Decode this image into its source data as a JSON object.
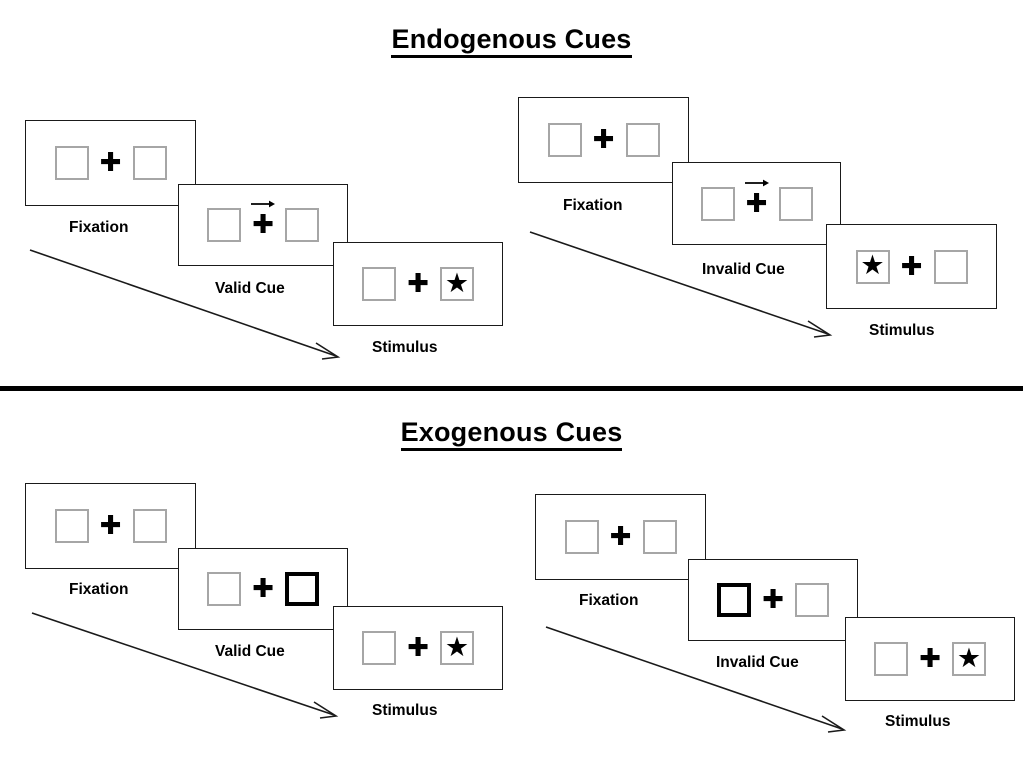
{
  "figure": {
    "title_top": "Endogenous Cues",
    "title_bottom": "Exogenous Cues",
    "colors": {
      "ink": "#000000",
      "frame_border": "#1a1a1a",
      "box_border": "#a6a6a6",
      "cued_box_border": "#000000",
      "background": "#ffffff"
    }
  },
  "sections": [
    {
      "id": "endogenous",
      "title": "Endogenous Cues",
      "cue_type": "arrow",
      "sequences": [
        {
          "id": "endogenous-valid",
          "validity": "Valid",
          "time_arrow_label": "time-progression-arrow",
          "panels": [
            {
              "caption": "Fixation",
              "left_box": "empty",
              "right_box": "empty",
              "center": "plus",
              "cue": "none"
            },
            {
              "caption": "Valid Cue",
              "left_box": "empty",
              "right_box": "empty",
              "center": "plus",
              "cue": "arrow-right"
            },
            {
              "caption": "Stimulus",
              "left_box": "empty",
              "right_box": "star",
              "center": "plus",
              "cue": "none"
            }
          ]
        },
        {
          "id": "endogenous-invalid",
          "validity": "Invalid",
          "time_arrow_label": "time-progression-arrow",
          "panels": [
            {
              "caption": "Fixation",
              "left_box": "empty",
              "right_box": "empty",
              "center": "plus",
              "cue": "none"
            },
            {
              "caption": "Invalid Cue",
              "left_box": "empty",
              "right_box": "empty",
              "center": "plus",
              "cue": "arrow-right"
            },
            {
              "caption": "Stimulus",
              "left_box": "star",
              "right_box": "empty",
              "center": "plus",
              "cue": "none"
            }
          ]
        }
      ]
    },
    {
      "id": "exogenous",
      "title": "Exogenous Cues",
      "cue_type": "box-highlight",
      "sequences": [
        {
          "id": "exogenous-valid",
          "validity": "Valid",
          "time_arrow_label": "time-progression-arrow",
          "panels": [
            {
              "caption": "Fixation",
              "left_box": "empty",
              "right_box": "empty",
              "center": "plus",
              "cue": "none"
            },
            {
              "caption": "Valid Cue",
              "left_box": "empty",
              "right_box": "cued",
              "center": "plus",
              "cue": "right-box-highlight"
            },
            {
              "caption": "Stimulus",
              "left_box": "empty",
              "right_box": "star",
              "center": "plus",
              "cue": "none"
            }
          ]
        },
        {
          "id": "exogenous-invalid",
          "validity": "Invalid",
          "time_arrow_label": "time-progression-arrow",
          "panels": [
            {
              "caption": "Fixation",
              "left_box": "empty",
              "right_box": "empty",
              "center": "plus",
              "cue": "none"
            },
            {
              "caption": "Invalid Cue",
              "left_box": "cued",
              "right_box": "empty",
              "center": "plus",
              "cue": "left-box-highlight"
            },
            {
              "caption": "Stimulus",
              "left_box": "empty",
              "right_box": "star",
              "center": "plus",
              "cue": "none"
            }
          ]
        }
      ]
    }
  ],
  "glyphs": {
    "plus": "✚",
    "star": "★"
  }
}
